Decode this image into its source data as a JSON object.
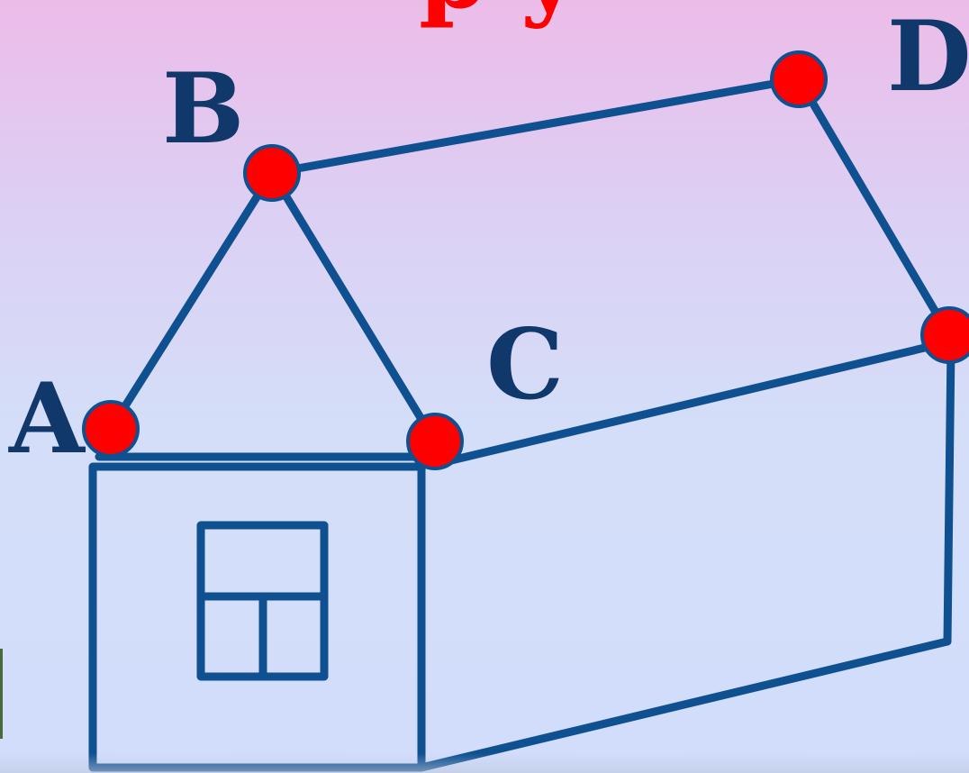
{
  "title_fragment": "p y",
  "vertices": [
    {
      "id": "A",
      "label": "A"
    },
    {
      "id": "B",
      "label": "B"
    },
    {
      "id": "C",
      "label": "C"
    },
    {
      "id": "D",
      "label": "D"
    },
    {
      "id": "E",
      "label": ""
    }
  ],
  "colors": {
    "edge": "#0e5090",
    "vertex_fill": "#ff0000",
    "label": "#10386a",
    "title": "#ff0000"
  }
}
